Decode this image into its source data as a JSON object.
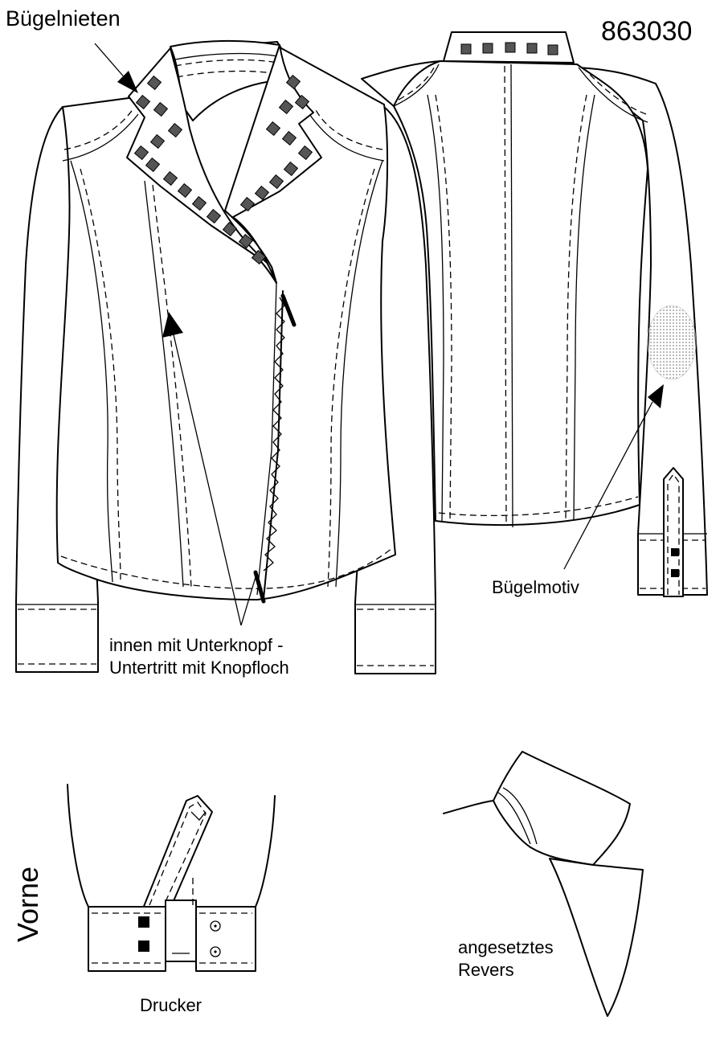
{
  "model_number": "863030",
  "labels": {
    "rivets": "Bügelnieten",
    "motif": "Bügelmotiv",
    "inner_button_line1": "innen mit Unterknopf -",
    "inner_button_line2": "Untertritt mit Knopfloch",
    "front": "Vorne",
    "snap_fastener": "Drucker",
    "lapel_line1": "angesetztes",
    "lapel_line2": "Revers"
  },
  "colors": {
    "line": "#000000",
    "stud": "#555555",
    "background": "#ffffff"
  }
}
